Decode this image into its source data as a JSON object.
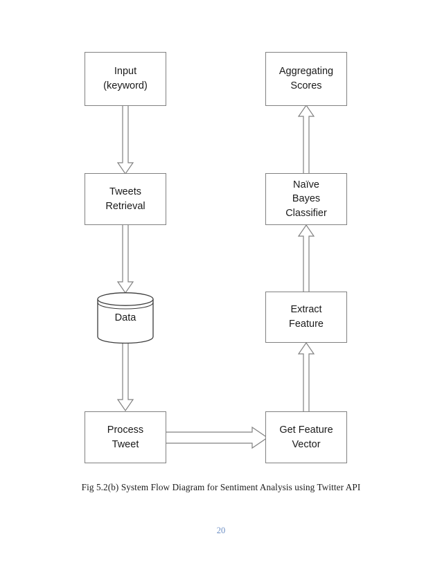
{
  "page": {
    "number": "20",
    "number_color": "#6d8fc4",
    "background": "#ffffff"
  },
  "figure": {
    "caption": "Fig 5.2(b) System Flow Diagram for Sentiment Analysis using Twitter API",
    "stroke_color": "#808080",
    "text_color": "#1a1a1a",
    "type": "flowchart"
  },
  "diagram": {
    "nodes": {
      "input": {
        "line1": "Input",
        "line2": "(keyword)",
        "shape": "rectangle"
      },
      "tweets_retrieval": {
        "line1": "Tweets",
        "line2": "Retrieval",
        "shape": "rectangle"
      },
      "data": {
        "line1": "Data",
        "shape": "cylinder"
      },
      "process_tweet": {
        "line1": "Process",
        "line2": "Tweet",
        "shape": "rectangle"
      },
      "get_feature_vector": {
        "line1": "Get Feature",
        "line2": "Vector",
        "shape": "rectangle"
      },
      "extract_feature": {
        "line1": "Extract",
        "line2": "Feature",
        "shape": "rectangle"
      },
      "naive_bayes": {
        "line1": "Naïve",
        "line2": "Bayes",
        "line3": "Classifier",
        "shape": "rectangle"
      },
      "aggregating_scores": {
        "line1": "Aggregating",
        "line2": "Scores",
        "shape": "rectangle"
      }
    },
    "edges": [
      {
        "from": "input",
        "to": "tweets_retrieval",
        "direction": "down"
      },
      {
        "from": "tweets_retrieval",
        "to": "data",
        "direction": "down"
      },
      {
        "from": "data",
        "to": "process_tweet",
        "direction": "down"
      },
      {
        "from": "process_tweet",
        "to": "get_feature_vector",
        "direction": "right"
      },
      {
        "from": "get_feature_vector",
        "to": "extract_feature",
        "direction": "up"
      },
      {
        "from": "extract_feature",
        "to": "naive_bayes",
        "direction": "up"
      },
      {
        "from": "naive_bayes",
        "to": "aggregating_scores",
        "direction": "up"
      }
    ]
  }
}
